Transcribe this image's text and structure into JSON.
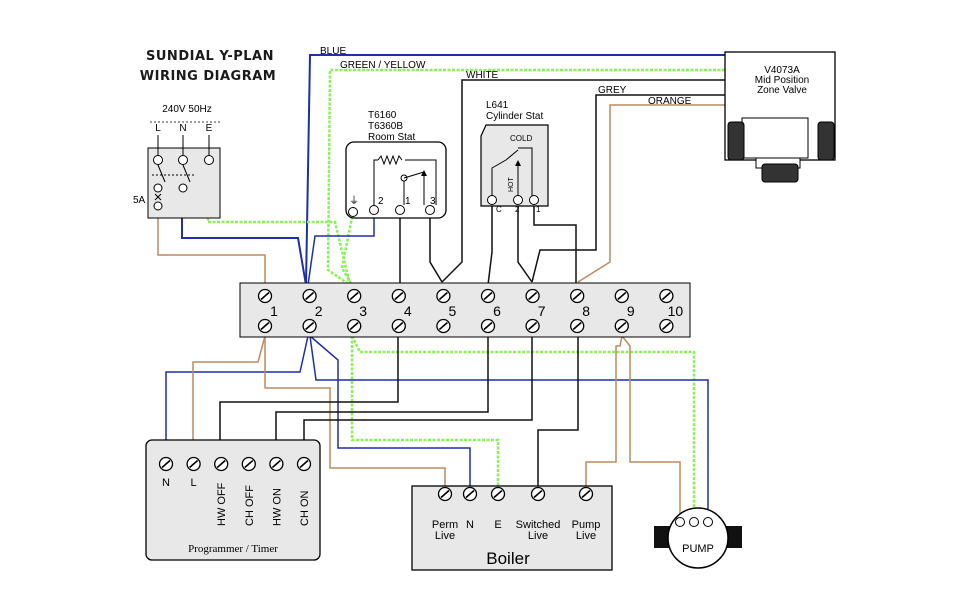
{
  "title_line1": "SUNDIAL Y-PLAN",
  "title_line2": "WIRING DIAGRAM",
  "supply": {
    "label": "240V 50Hz",
    "terminals": [
      "L",
      "N",
      "E"
    ],
    "fuse": "5A"
  },
  "room_stat": {
    "model1": "T6160",
    "model2": "T6360B",
    "name": "Room Stat",
    "terminals": [
      "2",
      "1",
      "3"
    ]
  },
  "cyl_stat": {
    "model": "L641",
    "name": "Cylinder Stat",
    "cold": "COLD",
    "hot": "HOT",
    "terminals": [
      "C",
      "2",
      "1"
    ]
  },
  "zone_valve": {
    "model": "V4073A",
    "line2": "Mid Position",
    "line3": "Zone Valve"
  },
  "wire_labels": {
    "blue": "BLUE",
    "green_yellow": "GREEN / YELLOW",
    "white": "WHITE",
    "grey": "GREY",
    "orange": "ORANGE"
  },
  "junction_box": {
    "terminals": [
      "1",
      "2",
      "3",
      "4",
      "5",
      "6",
      "7",
      "8",
      "9",
      "10"
    ]
  },
  "programmer": {
    "name": "Programmer / Timer",
    "terminals": [
      "N",
      "L",
      "HW OFF",
      "CH OFF",
      "HW ON",
      "CH ON"
    ]
  },
  "boiler": {
    "name": "Boiler",
    "terminals": [
      {
        "l1": "Perm",
        "l2": "Live"
      },
      {
        "l1": "N",
        "l2": ""
      },
      {
        "l1": "E",
        "l2": ""
      },
      {
        "l1": "Switched",
        "l2": "Live"
      },
      {
        "l1": "Pump",
        "l2": "Live"
      }
    ]
  },
  "pump": {
    "name": "PUMP"
  },
  "colors": {
    "blue": "#1f2fa8",
    "brown": "#c08a5e",
    "green": "#8cf05a",
    "black": "#111111",
    "box_fill": "#e8e8e8"
  }
}
